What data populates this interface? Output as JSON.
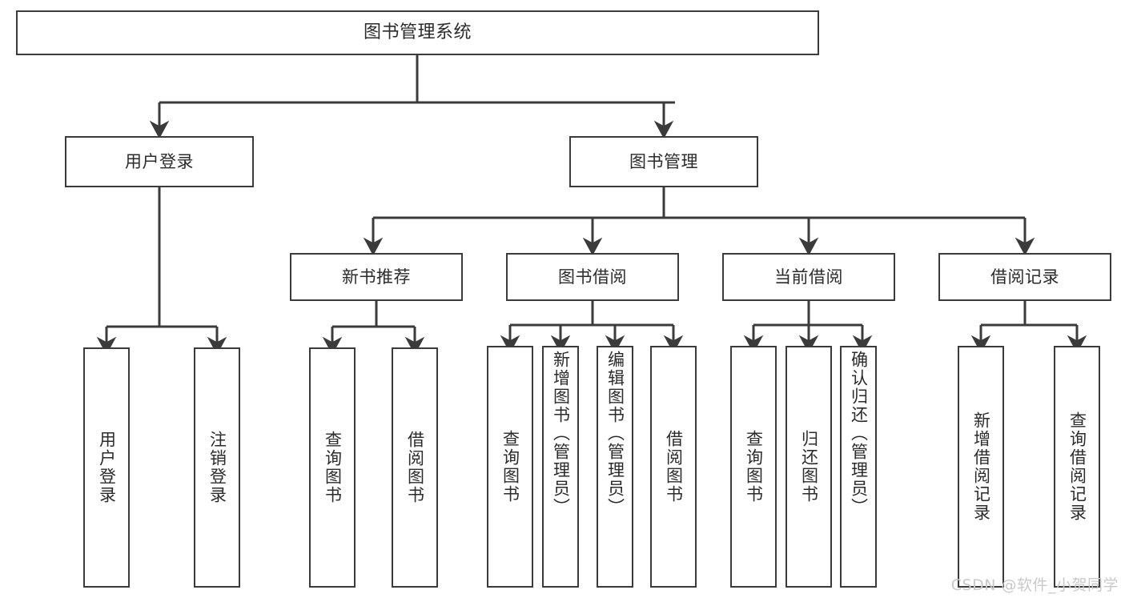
{
  "diagram": {
    "title": "图书管理系统",
    "type": "tree-hierarchy-chart",
    "watermark": "CSDN @软件_小贺同学",
    "colors": {
      "box_border": "#3b3b3b",
      "box_fill": "#ffffff",
      "connector": "#3b3b3b",
      "text": "#2b2b2b",
      "watermark": "#c9c9c9",
      "background": "#ffffff"
    }
  },
  "nodes": {
    "root": {
      "label": "图书管理系统"
    },
    "level2": [
      {
        "id": "user-login",
        "label": "用户登录"
      },
      {
        "id": "book-management",
        "label": "图书管理"
      }
    ],
    "level3": [
      {
        "id": "new-book-recommend",
        "label": "新书推荐"
      },
      {
        "id": "book-borrow",
        "label": "图书借阅"
      },
      {
        "id": "current-borrow",
        "label": "当前借阅"
      },
      {
        "id": "borrow-record",
        "label": "借阅记录"
      }
    ],
    "leaves": {
      "user_login": [
        {
          "id": "leaf-user-login",
          "label": "用户登录"
        },
        {
          "id": "leaf-logout-login",
          "label": "注销登录"
        }
      ],
      "new_book_recommend": [
        {
          "id": "leaf-query-book-1",
          "label": "查询图书"
        },
        {
          "id": "leaf-borrow-book-1",
          "label": "借阅图书"
        }
      ],
      "book_borrow": [
        {
          "id": "leaf-query-book-2",
          "label": "查询图书"
        },
        {
          "id": "leaf-add-book",
          "label": "新增图书（管理员）"
        },
        {
          "id": "leaf-edit-book",
          "label": "编辑图书（管理员）"
        },
        {
          "id": "leaf-borrow-book-2",
          "label": "借阅图书"
        }
      ],
      "current_borrow": [
        {
          "id": "leaf-query-book-3",
          "label": "查询图书"
        },
        {
          "id": "leaf-return-book",
          "label": "归还图书"
        },
        {
          "id": "leaf-confirm-return",
          "label": "确认归还（管理员）"
        }
      ],
      "borrow_record": [
        {
          "id": "leaf-add-record",
          "label": "新增借阅记录"
        },
        {
          "id": "leaf-query-record",
          "label": "查询借阅记录"
        }
      ]
    }
  }
}
